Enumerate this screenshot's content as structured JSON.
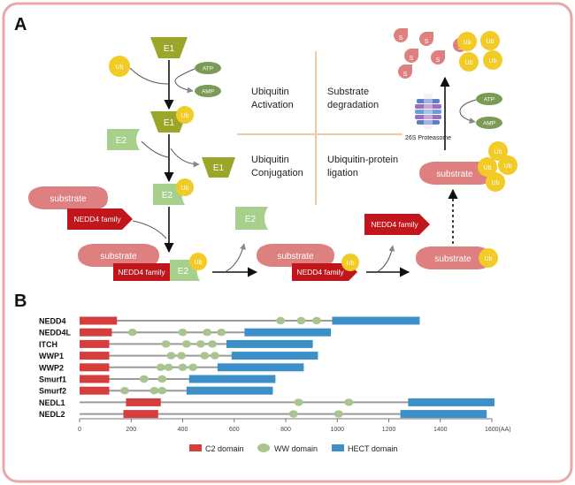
{
  "panelA": {
    "label": "A",
    "e1": "E1",
    "e2": "E2",
    "ub": "Ub",
    "atp": "ATP",
    "amp": "AMP",
    "substrate": "substrate",
    "nedd4_family": "NEDD4 family",
    "s": "S",
    "proteasome": "26S Proteasome",
    "quadrants": {
      "activation_1": "Ubiquitin",
      "activation_2": "Activation",
      "degradation_1": "Substrate",
      "degradation_2": "degradation",
      "conjugation_1": "Ubiquitin",
      "conjugation_2": "Conjugation",
      "ligation_1": "Ubiquitin-protein",
      "ligation_2": "ligation"
    }
  },
  "panelB": {
    "label": "B",
    "axis_max": 1600,
    "axis_ticks": [
      "0",
      "200",
      "400",
      "600",
      "800",
      "1000",
      "1200",
      "1400"
    ],
    "axis_end_label": "1600(AA)",
    "legend": [
      {
        "label": "C2 domain",
        "color": "#d63d3d"
      },
      {
        "label": "WW domain",
        "color": "#a9c48f"
      },
      {
        "label": "HECT domain",
        "color": "#3c8fc7"
      }
    ],
    "proteins": [
      {
        "name": "NEDD4",
        "length": 1320,
        "c2": [
          0,
          145
        ],
        "ww": [
          780,
          860,
          920
        ],
        "hect": [
          980,
          1320
        ]
      },
      {
        "name": "NEDD4L",
        "length": 975,
        "c2": [
          0,
          125
        ],
        "ww": [
          205,
          400,
          495,
          550
        ],
        "hect": [
          640,
          975
        ]
      },
      {
        "name": "ITCH",
        "length": 905,
        "c2": [
          0,
          115
        ],
        "ww": [
          335,
          415,
          470,
          515
        ],
        "hect": [
          570,
          905
        ]
      },
      {
        "name": "WWP1",
        "length": 925,
        "c2": [
          0,
          115
        ],
        "ww": [
          355,
          395,
          485,
          525
        ],
        "hect": [
          590,
          925
        ]
      },
      {
        "name": "WWP2",
        "length": 870,
        "c2": [
          0,
          115
        ],
        "ww": [
          315,
          345,
          400,
          440
        ],
        "hect": [
          535,
          870
        ]
      },
      {
        "name": "Smurf1",
        "length": 760,
        "c2": [
          0,
          115
        ],
        "ww": [
          250,
          320
        ],
        "hect": [
          425,
          760
        ]
      },
      {
        "name": "Smurf2",
        "length": 750,
        "c2": [
          0,
          115
        ],
        "ww": [
          175,
          290,
          320
        ],
        "hect": [
          415,
          750
        ]
      },
      {
        "name": "NEDL1",
        "length": 1610,
        "c2": [
          180,
          315
        ],
        "ww": [
          850,
          1045
        ],
        "hect": [
          1275,
          1610
        ]
      },
      {
        "name": "NEDL2",
        "length": 1580,
        "c2": [
          170,
          305
        ],
        "ww": [
          830,
          1005
        ],
        "hect": [
          1245,
          1580
        ]
      }
    ]
  }
}
